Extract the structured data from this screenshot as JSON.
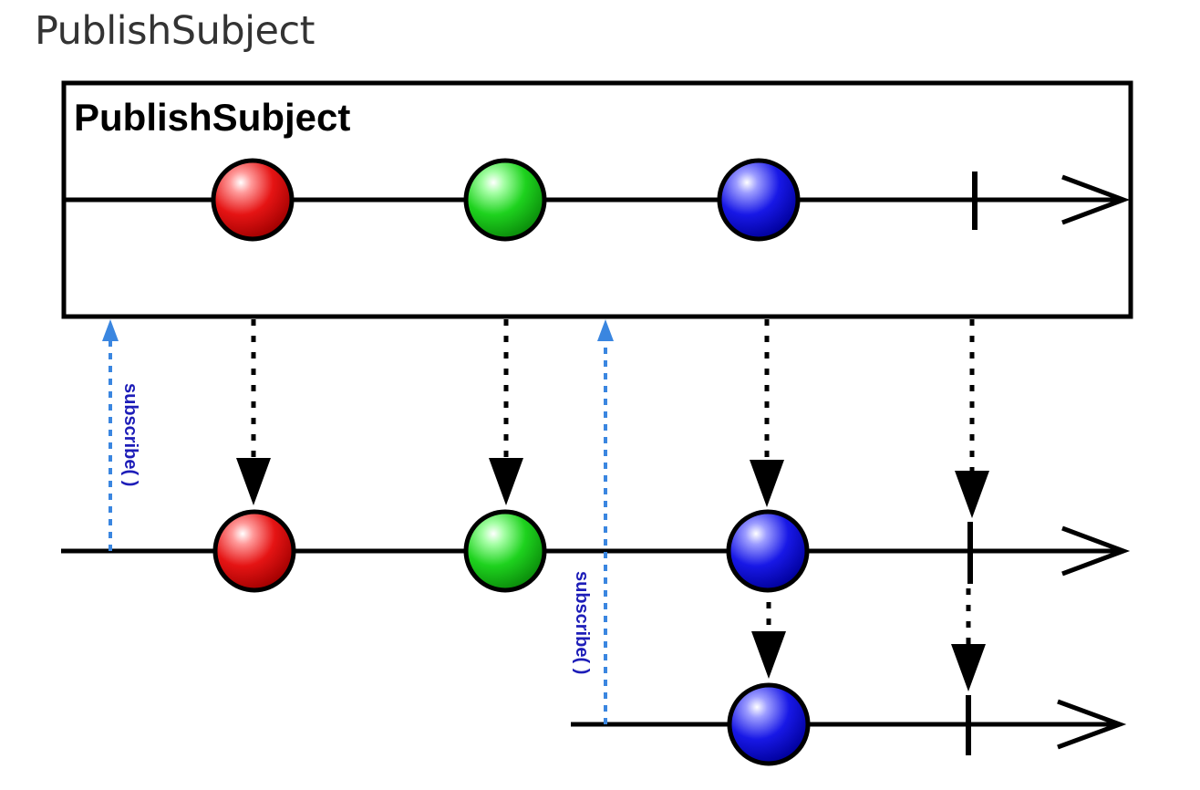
{
  "page": {
    "heading": "PublishSubject"
  },
  "diagram": {
    "box_title": "PublishSubject",
    "subscribe_label": "subscribe( )",
    "colors": {
      "line": "#000000",
      "subscribe_arrow": "#3a86e0",
      "subscribe_text": "#1d1db8",
      "red_marble": "#e01010",
      "green_marble": "#10d010",
      "blue_marble": "#1010e0"
    },
    "source_marbles": [
      "red",
      "green",
      "blue"
    ],
    "first_subscriber_marbles": [
      "red",
      "green",
      "blue"
    ],
    "second_subscriber_marbles": [
      "blue"
    ],
    "completion": "completed"
  }
}
